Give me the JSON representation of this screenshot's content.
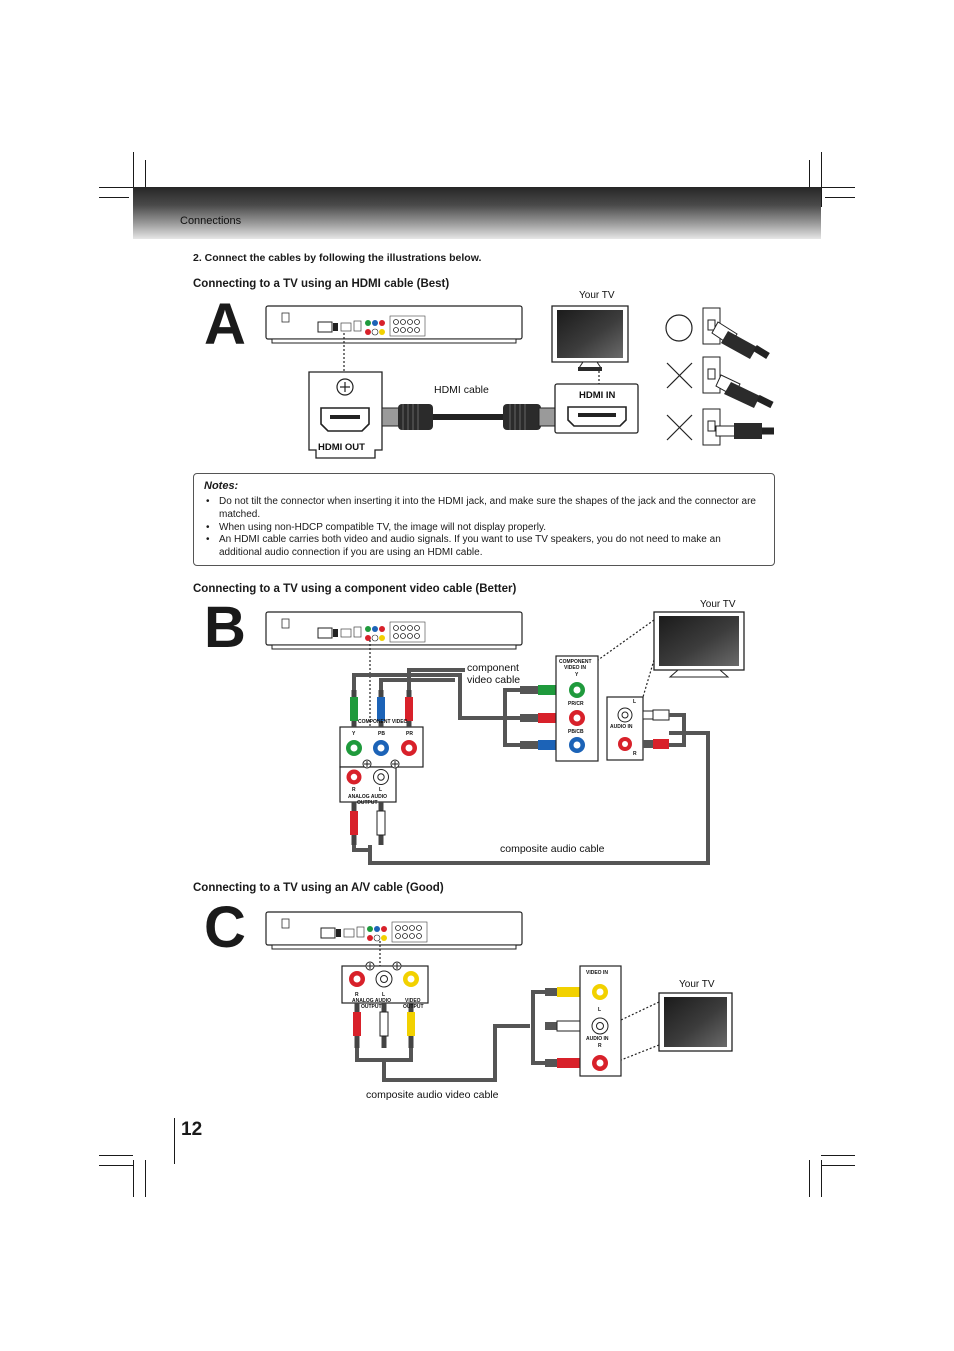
{
  "header": {
    "section": "Connections"
  },
  "intro": "2. Connect the cables by following the illustrations below.",
  "sections": {
    "a": {
      "letter": "A",
      "heading": "Connecting to a TV using an HDMI cable (Best)",
      "your_tv": "Your TV",
      "cable_label": "HDMI cable",
      "hdmi_out": "HDMI OUT",
      "hdmi_in": "HDMI IN"
    },
    "b": {
      "letter": "B",
      "heading": "Connecting to a TV using a component video cable (Better)",
      "your_tv": "Your TV",
      "component_cable_line1": "component",
      "component_cable_line2": "video cable",
      "audio_cable": "composite audio cable",
      "component_in_title_1": "COMPONENT",
      "component_in_title_2": "VIDEO IN",
      "jack_y": "Y",
      "jack_pr_cr": "PR/CR",
      "jack_pb_cb": "PB/CB",
      "audio_in": "AUDIO IN",
      "audio_l": "L",
      "audio_r": "R",
      "player_component_label": "COMPONENT VIDEO",
      "player_y": "Y",
      "player_pb": "PB",
      "player_pr": "PR",
      "analog_audio_1": "ANALOG AUDIO",
      "analog_audio_2": "OUTPUT",
      "player_r": "R",
      "player_l": "L"
    },
    "c": {
      "letter": "C",
      "heading": "Connecting to a TV using an A/V cable (Good)",
      "your_tv": "Your TV",
      "cable_label": "composite audio video cable",
      "video_in": "VIDEO IN",
      "audio_in": "AUDIO IN",
      "audio_l": "L",
      "audio_r": "R",
      "player_r": "R",
      "player_l": "L",
      "analog_audio_1": "ANALOG AUDIO",
      "analog_audio_2": "OUTPUT",
      "video_output_1": "VIDEO",
      "video_output_2": "OUTPUT"
    }
  },
  "notes": {
    "title": "Notes:",
    "items": [
      "Do not tilt the connector when inserting it into the HDMI jack, and make sure the shapes of the jack and the connector are matched.",
      "When using non-HDCP compatible TV, the image will not display properly.",
      "An HDMI cable carries both video and audio signals. If you want to use TV speakers, you do not need to make an additional audio connection if you are using an HDMI cable."
    ]
  },
  "page_number": "12",
  "colors": {
    "green": "#1f9a3c",
    "blue": "#1c63b7",
    "red": "#d8212a",
    "yellow": "#f2d100",
    "white": "#ffffff",
    "header_dark": "#262626"
  }
}
